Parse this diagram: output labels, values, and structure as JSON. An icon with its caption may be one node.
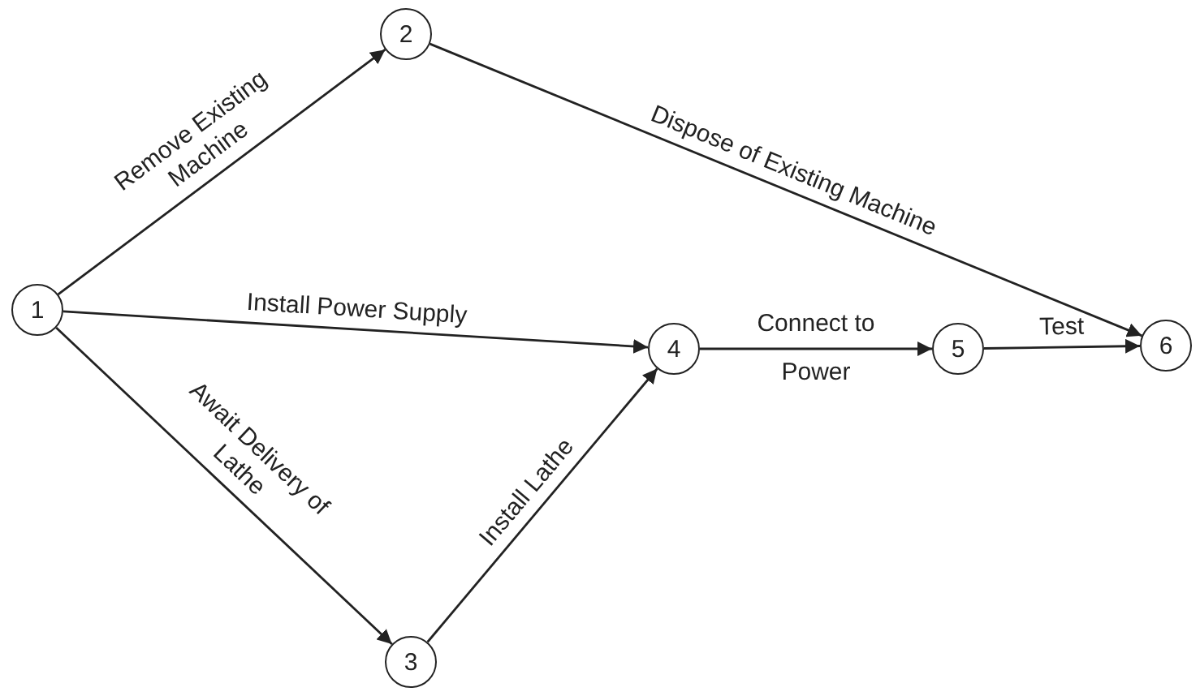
{
  "diagram": {
    "nodes": [
      {
        "text": [
          "1"
        ]
      },
      {
        "text": [
          "2"
        ]
      },
      {
        "text": [
          "3"
        ]
      },
      {
        "text": [
          "4"
        ]
      },
      {
        "text": [
          "5"
        ]
      },
      {
        "text": [
          "6"
        ]
      }
    ],
    "edges": [
      {
        "from": 0,
        "to": 1,
        "arrow": "to",
        "label": "Remove Existing Machine"
      },
      {
        "from": 1,
        "to": 5,
        "arrow": "to",
        "label": "Dispose of Existing Machine"
      },
      {
        "from": 0,
        "to": 3,
        "arrow": "to",
        "label": "Install Power Supply"
      },
      {
        "from": 0,
        "to": 2,
        "arrow": "to",
        "label": "Await Delivery of Lathe"
      },
      {
        "from": 2,
        "to": 3,
        "arrow": "to",
        "label": "Install Lathe"
      },
      {
        "from": 3,
        "to": 4,
        "arrow": "to",
        "label": "Connect to Power"
      },
      {
        "from": 4,
        "to": 5,
        "arrow": "to",
        "label": "Test"
      }
    ]
  }
}
